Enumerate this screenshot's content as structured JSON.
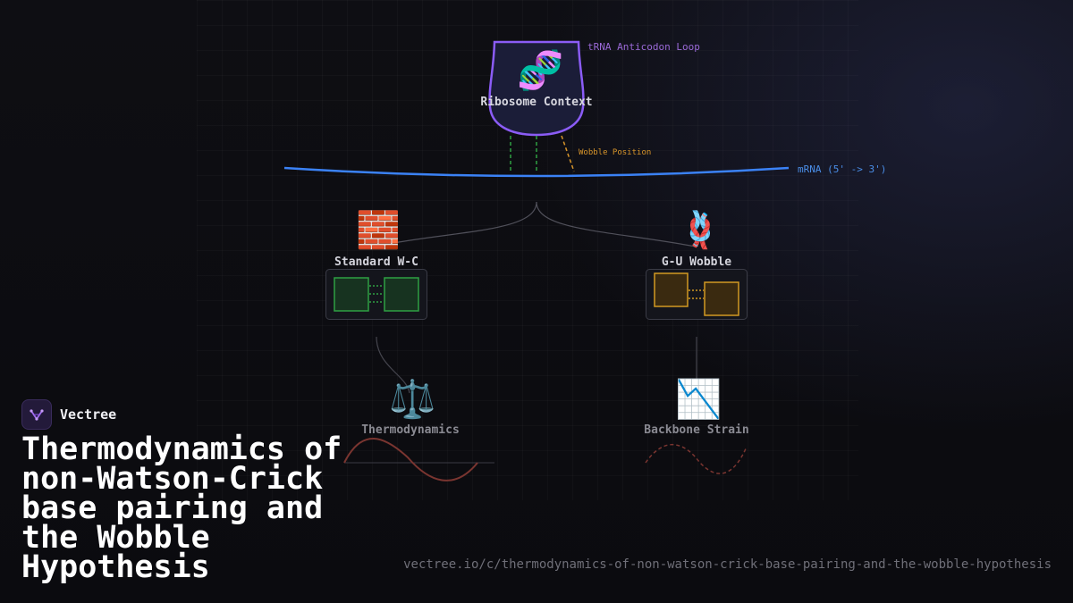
{
  "diagram": {
    "trna_label": "tRNA Anticodon Loop",
    "loop_icon": "dna-icon",
    "loop_emoji": "🧬",
    "loop_title": "Ribosome Context",
    "wobble_position_label": "Wobble Position",
    "mrna_label": "mRNA (5' -> 3')",
    "left_branch": {
      "icon": "brick-icon",
      "emoji": "🧱",
      "title": "Standard W-C",
      "color": "#2ea043"
    },
    "right_branch": {
      "icon": "knot-icon",
      "emoji": "🪢",
      "title": "G-U Wobble",
      "color": "#d29922"
    },
    "left_consequence": {
      "icon": "balance-scale-icon",
      "emoji": "⚖️",
      "title": "Thermodynamics"
    },
    "right_consequence": {
      "icon": "chart-decreasing-icon",
      "emoji": "📉",
      "title": "Backbone Strain"
    },
    "colors": {
      "loop": "#8b5cf6",
      "mrna": "#3b82f6",
      "wobble": "#d8952a"
    }
  },
  "brand": {
    "name": "Vectree"
  },
  "page": {
    "title": "Thermodynamics of non-Watson-Crick base pairing and the Wobble Hypothesis",
    "url": "vectree.io/c/thermodynamics-of-non-watson-crick-base-pairing-and-the-wobble-hypothesis"
  }
}
